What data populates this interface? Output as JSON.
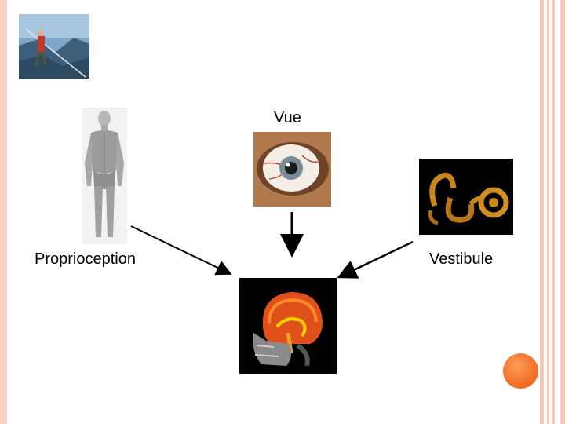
{
  "slide": {
    "label_vue": "Vue",
    "label_proprioception": "Proprioception",
    "label_vestibule": "Vestibule"
  },
  "colors": {
    "accent_orange": "#f06a1f",
    "frame_peach": "#f6c8b6"
  },
  "icons": [
    "tightrope-walker-photo",
    "muscle-anatomy-photo",
    "eye-photo",
    "inner-ear-photo",
    "brain-mri-photo"
  ]
}
